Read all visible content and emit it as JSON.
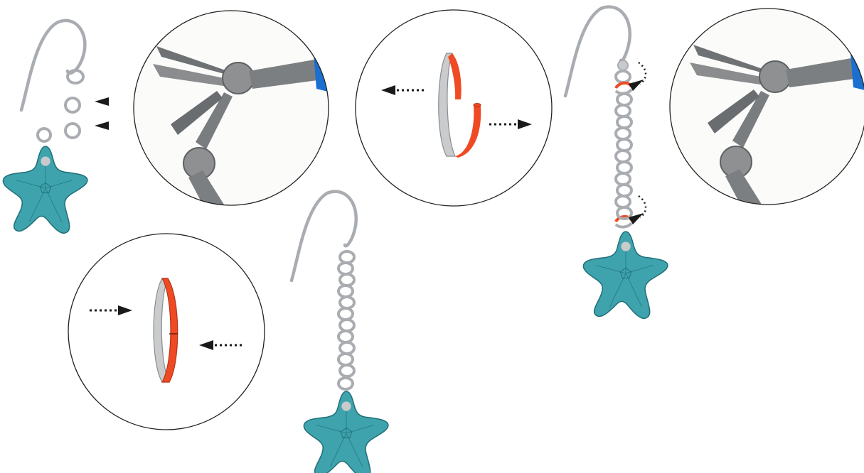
{
  "diagram": {
    "kind": "jewelry-assembly-instructions",
    "steps": [
      {
        "step": "parts",
        "items": [
          "ear-wire",
          "jump-ring",
          "jump-ring",
          "starfish-charm"
        ]
      },
      {
        "step": "tools",
        "items": [
          "chain-nose-pliers",
          "chain-nose-pliers"
        ]
      },
      {
        "step": "open-jump-ring",
        "motion": "twist-apart"
      },
      {
        "step": "close-jump-ring",
        "motion": "twist-together"
      },
      {
        "step": "attach-chain",
        "items": [
          "ear-wire",
          "chain",
          "starfish-charm"
        ]
      },
      {
        "step": "finished-earring",
        "items": [
          "ear-wire",
          "chain",
          "starfish-charm"
        ]
      }
    ],
    "colors": {
      "wire": "#a9adb1",
      "wire_dark": "#7d8287",
      "ring_open": "#ef4a23",
      "charm": "#3ea3ad",
      "charm_dark": "#1f6f78",
      "arrow": "#1a1a1a",
      "plier_handle": "#1a6fd0"
    }
  }
}
